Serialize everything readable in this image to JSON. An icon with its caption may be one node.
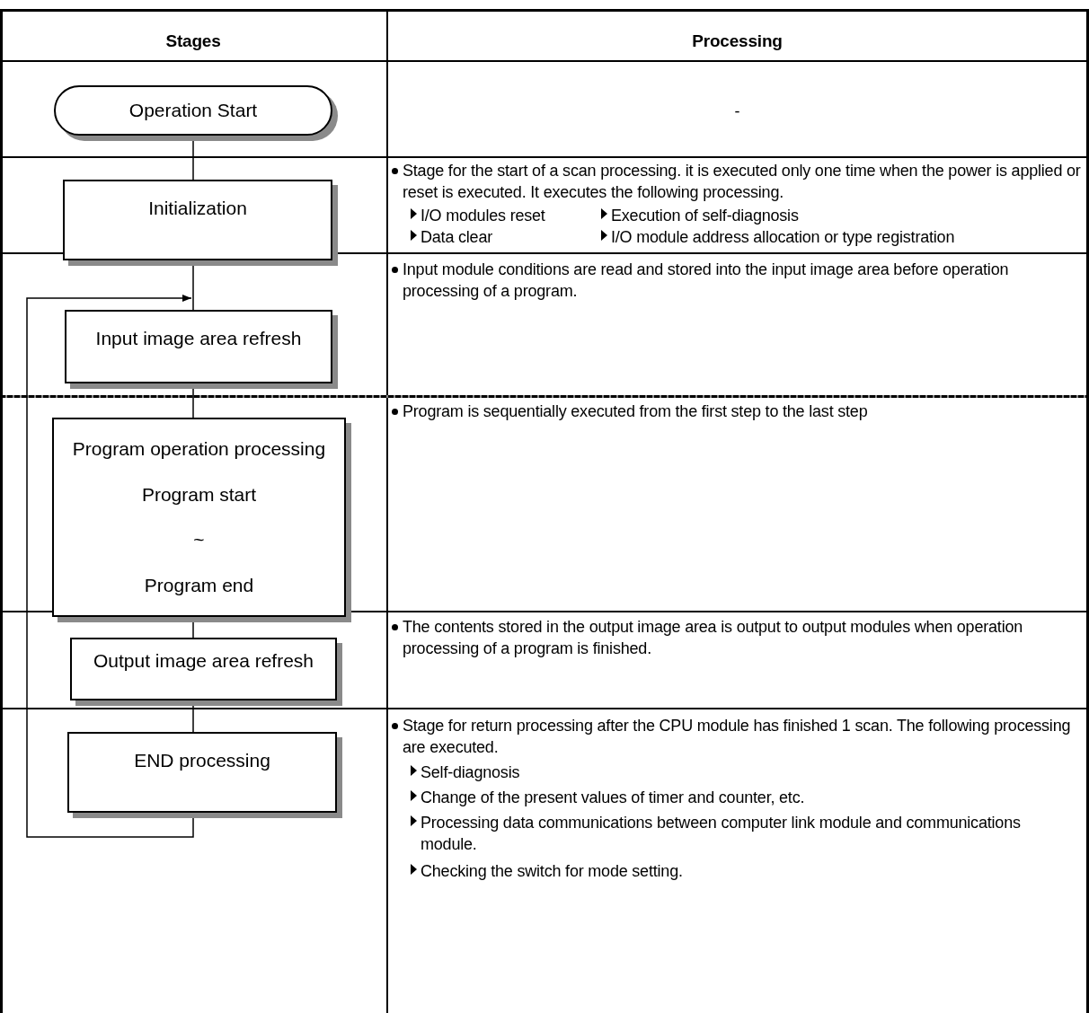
{
  "diagram": {
    "nodes": [
      {
        "text": [
          "Operation Start"
        ]
      },
      {
        "text": [
          "Initialization"
        ]
      },
      {
        "text": [
          "Input image area refresh"
        ]
      },
      {
        "text": [
          "Program operation processing",
          "Program start",
          "~",
          "Program end"
        ]
      },
      {
        "text": [
          "Output image area refresh"
        ]
      },
      {
        "text": [
          "END processing"
        ]
      }
    ],
    "edges": [
      {
        "from": 0,
        "to": 1,
        "arrow": "none"
      },
      {
        "from": 1,
        "to": 2,
        "arrow": "none"
      },
      {
        "from": 2,
        "to": 3,
        "arrow": "none"
      },
      {
        "from": 3,
        "to": 4,
        "arrow": "none"
      },
      {
        "from": 4,
        "to": 5,
        "arrow": "none"
      },
      {
        "from": 5,
        "to": 2,
        "arrow": "to"
      }
    ],
    "labels": [
      "Stages",
      "Processing",
      "-",
      "Stage for the start of a scan processing. it is executed only one time when the power is applied or reset is executed. It executes the following processing.",
      "I/O modules reset",
      "Execution of self-diagnosis",
      "Data clear",
      "I/O module address allocation or type registration",
      "Input module conditions are read and stored into the input image area before operation processing of a program.",
      "Program is sequentially executed from the first step to the last step",
      "The contents stored in the output image area is output to output modules when operation processing of a program is finished.",
      "Stage for return processing after the CPU module has finished 1 scan. The following processing are executed.",
      "Self-diagnosis",
      "Change of the present values of timer and counter, etc.",
      "Processing data communications between computer link module and communications module.",
      "Checking the switch for mode setting."
    ]
  }
}
